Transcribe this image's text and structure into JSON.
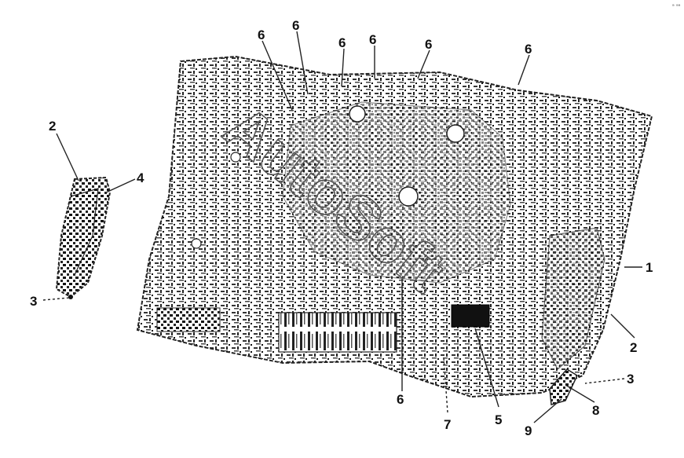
{
  "diagram": {
    "corner_mark": "ᵃ ᵃᵃ",
    "watermark": "AutoSoft",
    "callouts": [
      {
        "id": "c6a",
        "label": "6"
      },
      {
        "id": "c6b",
        "label": "6"
      },
      {
        "id": "c6c",
        "label": "6"
      },
      {
        "id": "c6d",
        "label": "6"
      },
      {
        "id": "c6e",
        "label": "6"
      },
      {
        "id": "c6f",
        "label": "6"
      },
      {
        "id": "c2l",
        "label": "2"
      },
      {
        "id": "c4",
        "label": "4"
      },
      {
        "id": "c3l",
        "label": "3"
      },
      {
        "id": "c1",
        "label": "1"
      },
      {
        "id": "c2r",
        "label": "2"
      },
      {
        "id": "c3r",
        "label": "3"
      },
      {
        "id": "c8",
        "label": "8"
      },
      {
        "id": "c9",
        "label": "9"
      },
      {
        "id": "c5",
        "label": "5"
      },
      {
        "id": "c7",
        "label": "7"
      },
      {
        "id": "c6g",
        "label": "6"
      }
    ]
  }
}
